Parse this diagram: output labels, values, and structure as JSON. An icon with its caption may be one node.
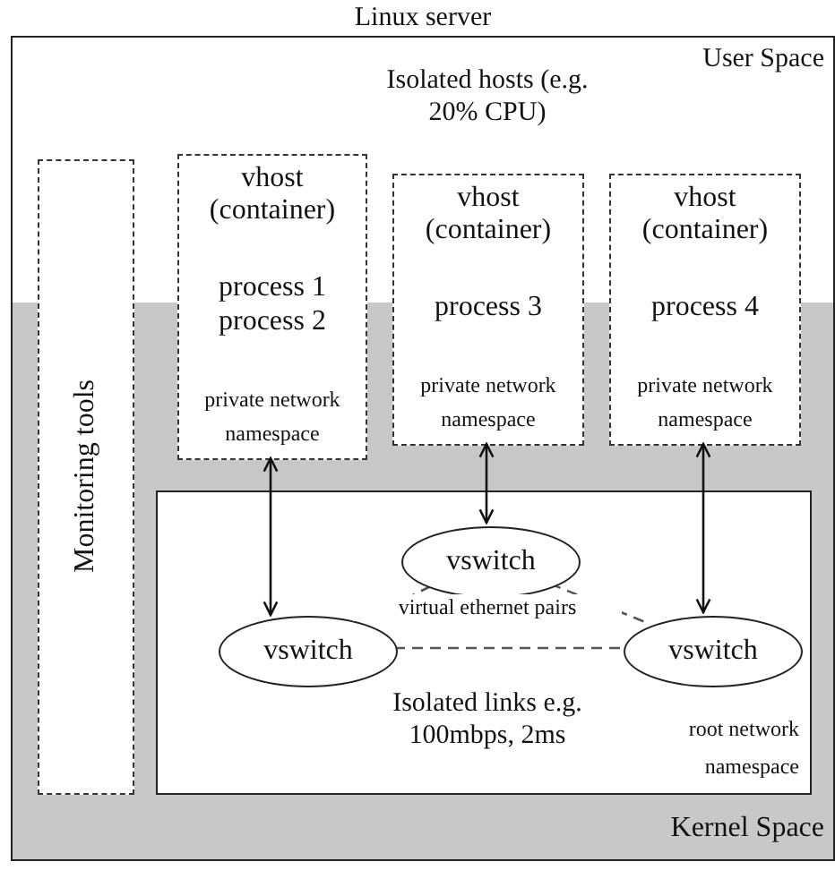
{
  "diagram": {
    "nodes": [
      {
        "text": [
          "Linux server"
        ]
      },
      {
        "text": [
          "Monitoring tools"
        ],
        "in": 0
      },
      {
        "text": [
          "vhost (container)",
          "process 1 process 2",
          "private network namespace"
        ],
        "in": 0
      },
      {
        "text": [
          "vhost (container)",
          "process 3",
          "private network namespace"
        ],
        "in": 0
      },
      {
        "text": [
          "vhost (container)",
          "process 4",
          "private network namespace"
        ],
        "in": 0
      },
      {
        "text": [
          "root network namespace"
        ],
        "in": 0
      },
      {
        "text": [
          "vswitch"
        ],
        "in": 5
      },
      {
        "text": [
          "vswitch"
        ],
        "in": 5
      },
      {
        "text": [
          "vswitch"
        ],
        "in": 5
      }
    ],
    "edges": [
      {
        "from": 2,
        "to": 7,
        "arrow": "both"
      },
      {
        "from": 3,
        "to": 6,
        "arrow": "both"
      },
      {
        "from": 4,
        "to": 8,
        "arrow": "both"
      },
      {
        "from": 6,
        "to": 7,
        "arrow": "none",
        "style": "dashed",
        "color": "#555555"
      },
      {
        "from": 6,
        "to": 8,
        "arrow": "none",
        "style": "dashed",
        "color": "#555555"
      },
      {
        "from": 7,
        "to": 8,
        "arrow": "none",
        "style": "dashed",
        "color": "#555555"
      }
    ],
    "labels": [
      "User Space",
      "Isolated hosts (e.g. 20% CPU)",
      "virtual ethernet pairs",
      "Isolated links e.g. 100mbps, 2ms",
      "Kernel Space"
    ]
  }
}
